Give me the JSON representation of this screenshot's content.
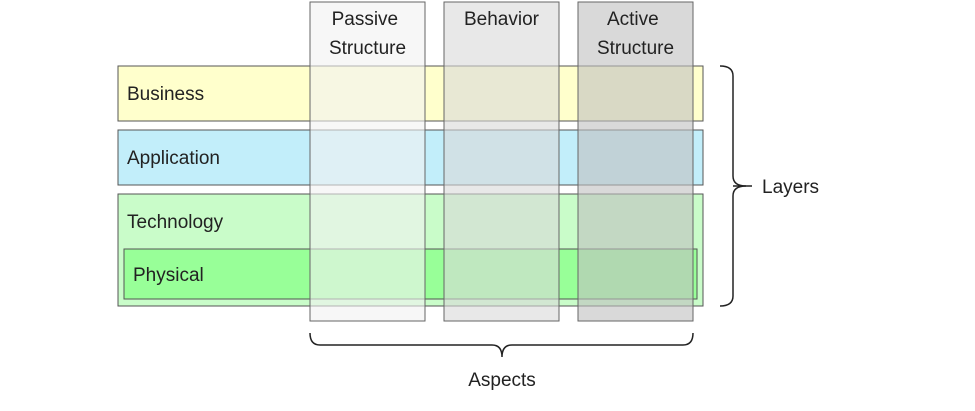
{
  "layers": [
    {
      "id": "business",
      "label": "Business",
      "color": "#FFFFCC"
    },
    {
      "id": "application",
      "label": "Application",
      "color": "#C2EEFA"
    },
    {
      "id": "technology",
      "label": "Technology",
      "color": "#C9FCC9"
    },
    {
      "id": "physical",
      "label": "Physical",
      "color": "#98FF98",
      "parent": "technology"
    }
  ],
  "aspects": [
    {
      "id": "passive-structure",
      "label_lines": [
        "Passive",
        "Structure"
      ],
      "color": "#F2F2F2"
    },
    {
      "id": "behavior",
      "label_lines": [
        "Behavior"
      ],
      "color": "#D9D9D9"
    },
    {
      "id": "active-structure",
      "label_lines": [
        "Active",
        "Structure"
      ],
      "color": "#BFBFBF"
    }
  ],
  "braces": {
    "layers_label": "Layers",
    "aspects_label": "Aspects"
  }
}
